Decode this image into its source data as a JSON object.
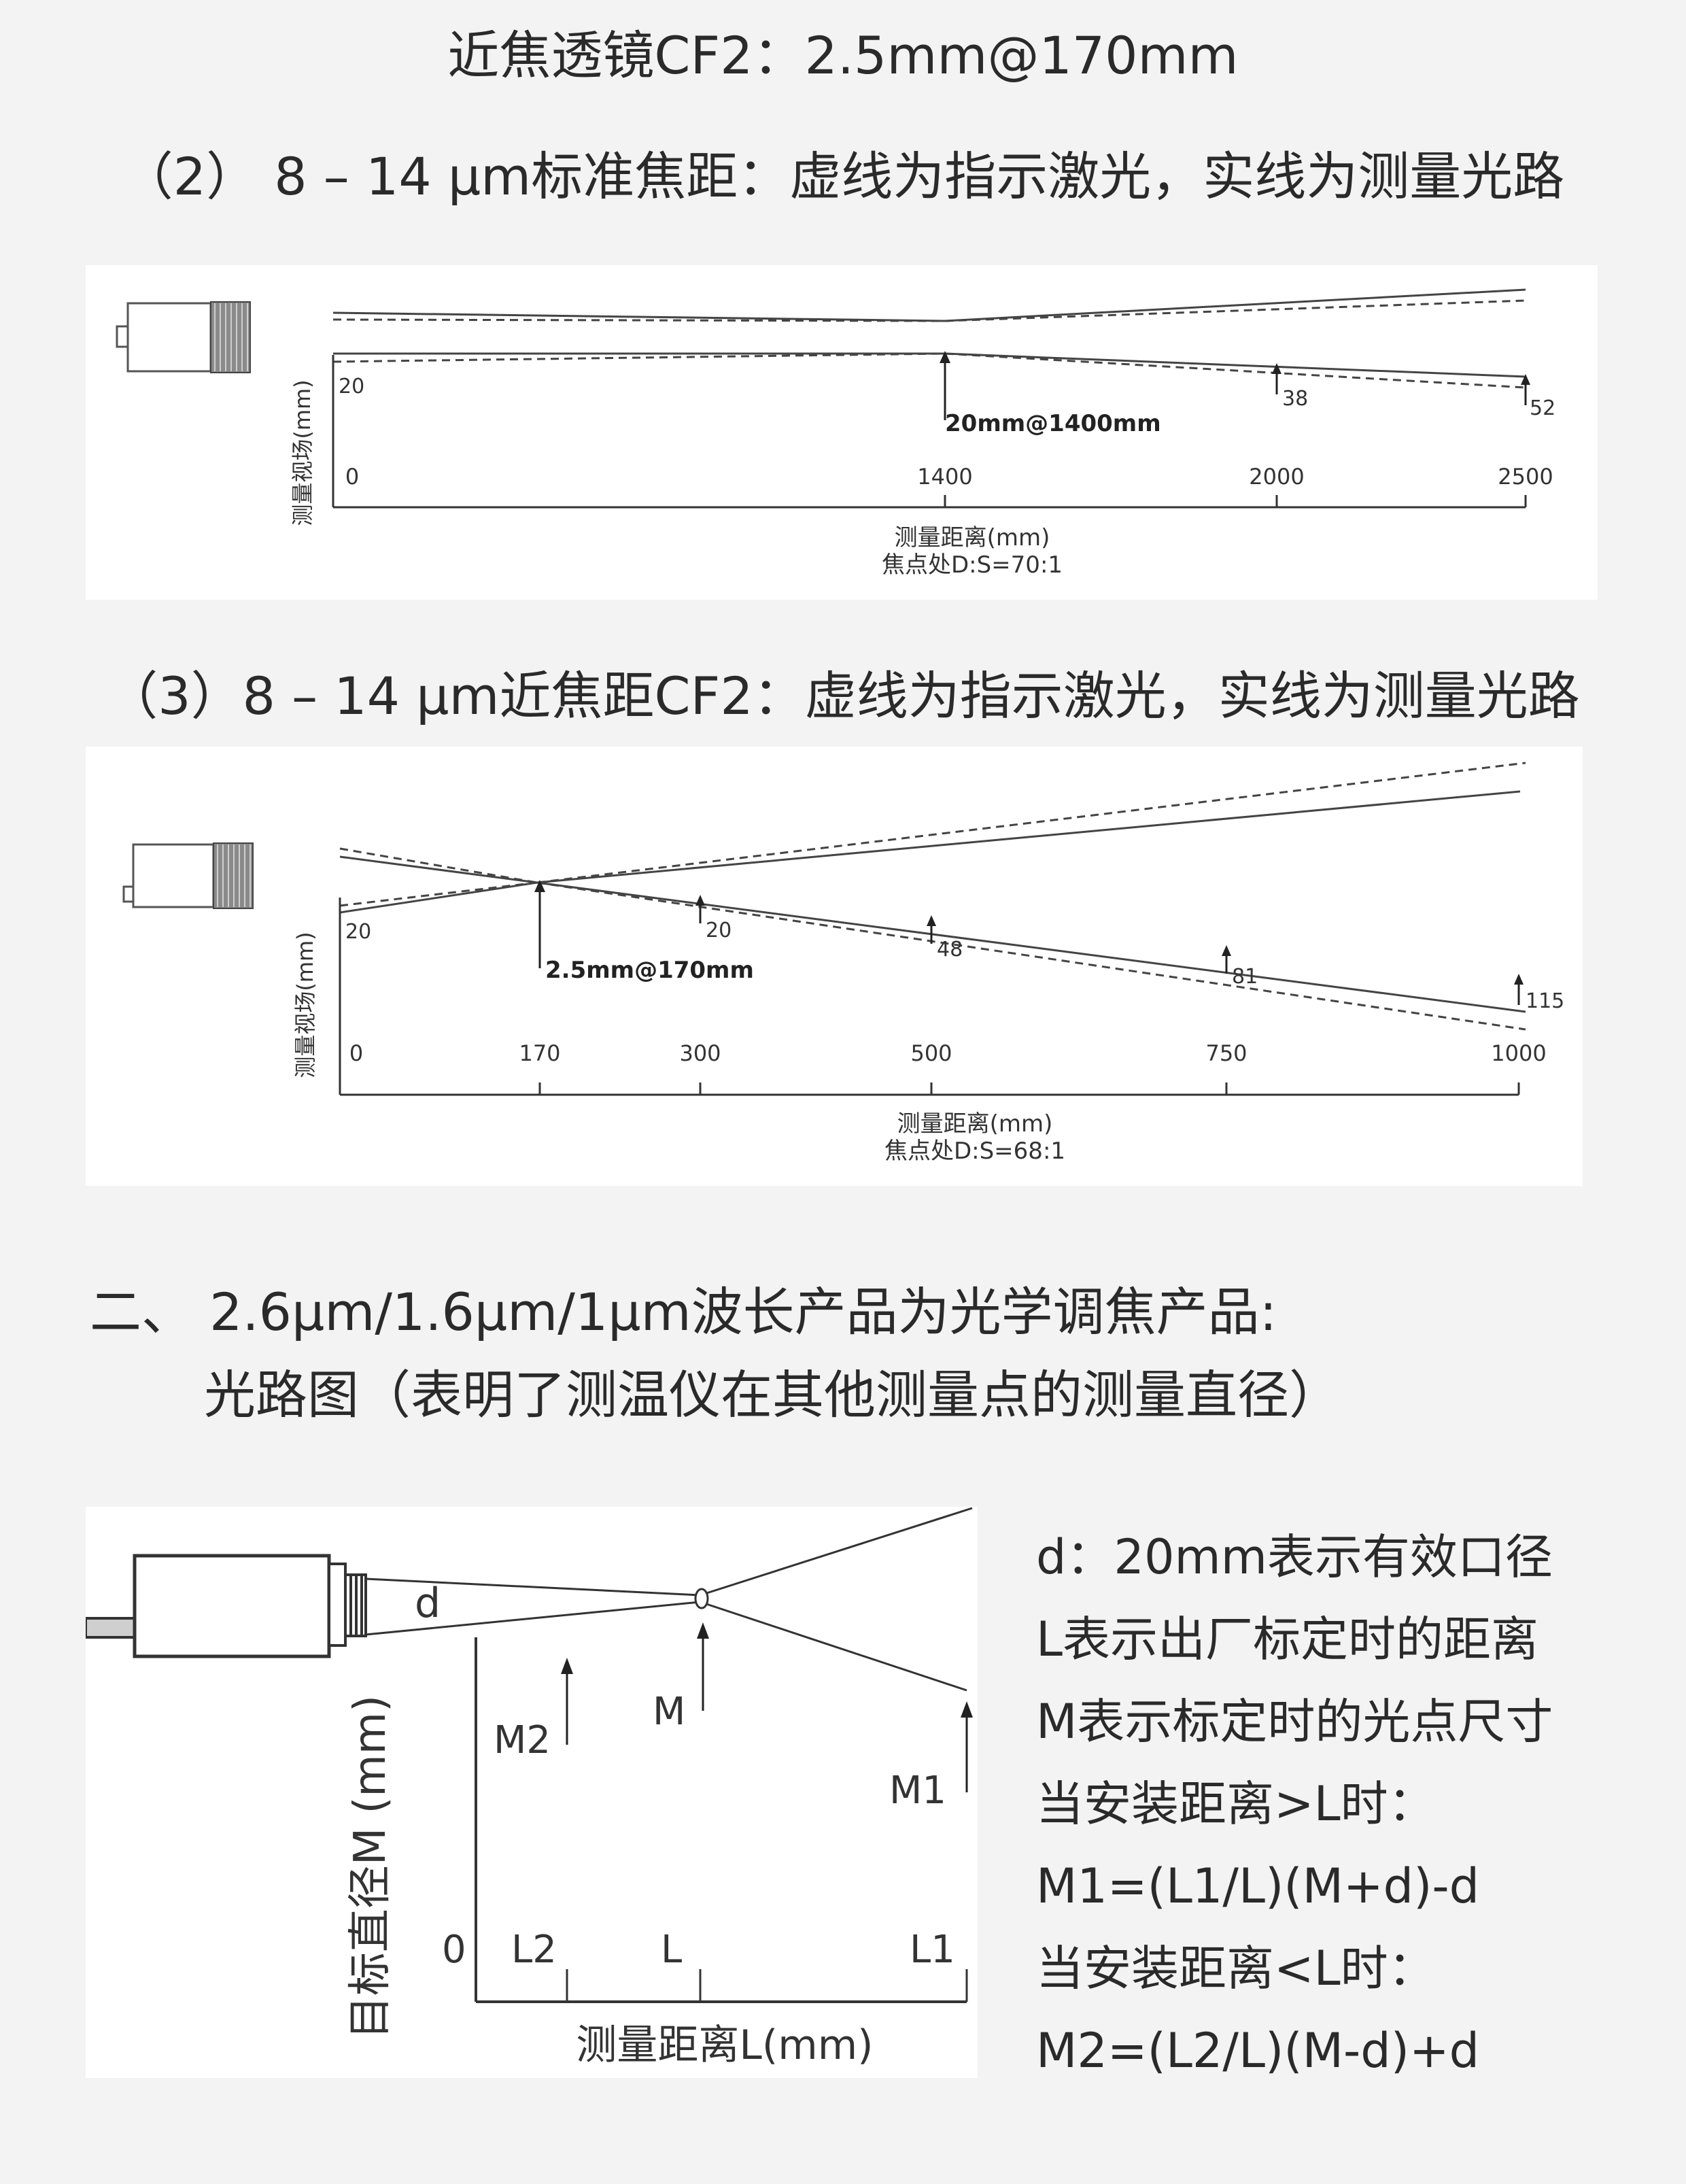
{
  "top_line": "近焦透镜CF2：2.5mm@170mm",
  "diagram1": {
    "heading": "（2） 8 – 14 μm标准焦距：虚线为指示激光，实线为测量光路",
    "ylabel": "测量视场(mm)",
    "xlabel": "测量距离(mm)",
    "ratio": "焦点处D:S=70:1",
    "y_start_label": "20",
    "focus_label": "20mm@1400mm",
    "ticks": [
      "0",
      "1400",
      "2000",
      "2500"
    ],
    "spots": [
      "38",
      "52"
    ]
  },
  "diagram2": {
    "heading": "（3）8 – 14 μm近焦距CF2：虚线为指示激光，实线为测量光路",
    "ylabel": "测量视场(mm)",
    "xlabel": "测量距离(mm)",
    "ratio": "焦点处D:S=68:1",
    "y_start_label": "20",
    "focus_label": "2.5mm@170mm",
    "ticks": [
      "0",
      "170",
      "300",
      "500",
      "750",
      "1000"
    ],
    "spots": [
      "20",
      "48",
      "81",
      "115"
    ]
  },
  "section2": {
    "line1": "二、 2.6μm/1.6μm/1μm波长产品为光学调焦产品:",
    "line2": "光路图（表明了测温仪在其他测量点的测量直径）"
  },
  "diagram3": {
    "d_label": "d",
    "ylabel": "目标直径M (mm)",
    "xlabel": "测量距离L(mm)",
    "m2": "M2",
    "m": "M",
    "m1": "M1",
    "zero": "0",
    "l2": "L2",
    "l": "L",
    "l1": "L1"
  },
  "legend": [
    "d：20mm表示有效口径",
    "L表示出厂标定时的距离",
    "M表示标定时的光点尺寸",
    "当安装距离>L时：",
    "M1=(L1/L)(M+d)-d",
    "当安装距离<L时：",
    "M2=(L2/L)(M-d)+d"
  ]
}
